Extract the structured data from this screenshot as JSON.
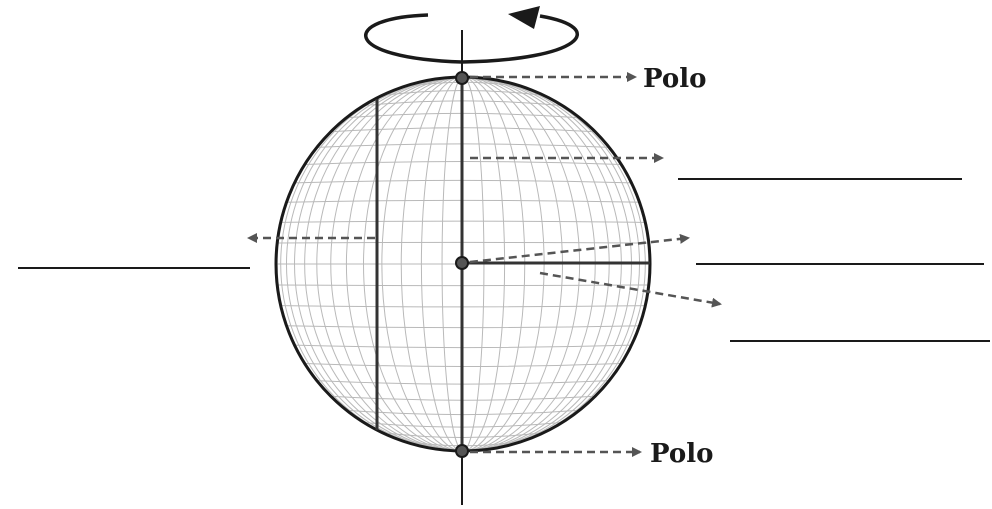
{
  "labels": {
    "north_pole": "Polo",
    "south_pole": "Polo"
  },
  "answer_blanks": [
    {
      "id": "blank-1",
      "value": ""
    },
    {
      "id": "blank-2",
      "value": ""
    },
    {
      "id": "blank-3",
      "value": ""
    },
    {
      "id": "blank-4",
      "value": ""
    }
  ],
  "colors": {
    "outline": "#1a1a1a",
    "grid": "#b9b9b9",
    "arrow": "#555555"
  }
}
